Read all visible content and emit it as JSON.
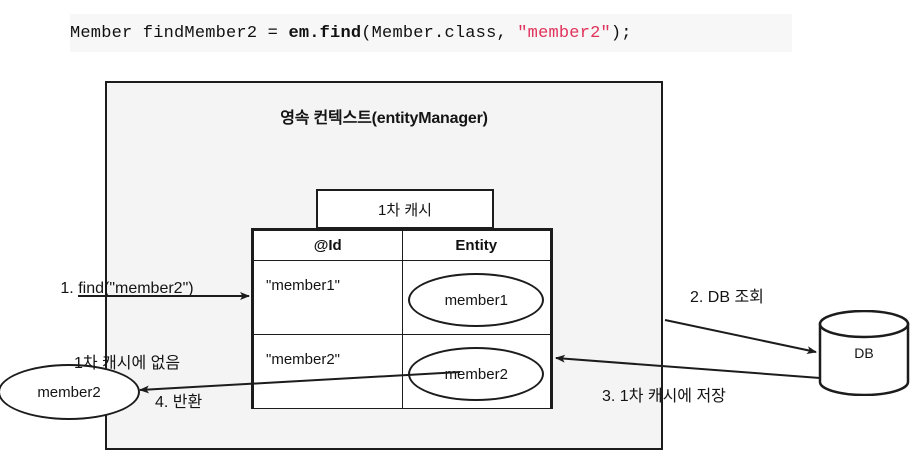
{
  "code": {
    "full": "Member findMember2 = em.find(Member.class, \"member2\");",
    "prefix": "Member findMember2 = ",
    "method": "em.find",
    "middle": "(Member.class, ",
    "string_arg": "\"member2\"",
    "suffix": ");"
  },
  "diagram": {
    "persistence_context_title": "영속 컨텍스트(entityManager)",
    "cache_label": "1차 캐시",
    "table": {
      "headers": [
        "@Id",
        "Entity"
      ],
      "rows": [
        {
          "id": "\"member1\"",
          "entity": "member1"
        },
        {
          "id": "\"member2\"",
          "entity": "member2"
        }
      ]
    },
    "returned_entity": "member2",
    "database_label": "DB",
    "annotations": {
      "step1_line1": "1. find(\"member2\")",
      "step1_line2": "1차 캐시에 없음",
      "step2": "2. DB 조회",
      "step3": "3. 1차 캐시에 저장",
      "step4": "4. 반환"
    }
  },
  "colors": {
    "code_bg": "#f7f7f7",
    "code_string": "#e0325b",
    "box_bg": "#f4f4f4",
    "stroke": "#1c1c1c",
    "page_bg": "#ffffff"
  }
}
